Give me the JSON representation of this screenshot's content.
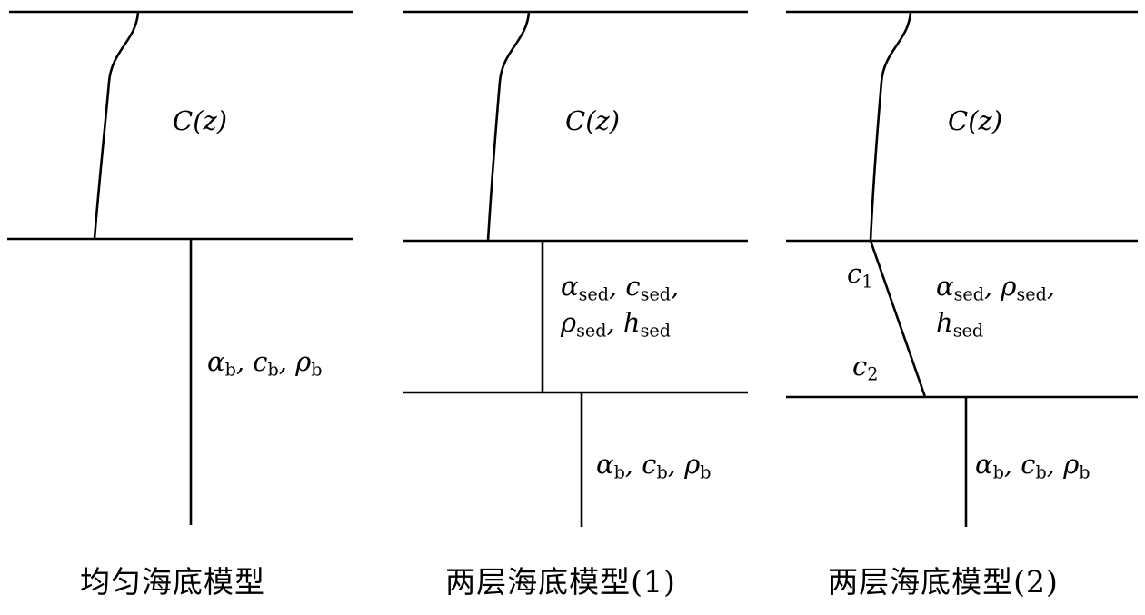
{
  "figure": {
    "panels": [
      {
        "caption": "均匀海底模型",
        "profile_label": "C(z)",
        "bottom_label": [
          {
            "t": "α",
            "sub": "b"
          },
          {
            "t": ", "
          },
          {
            "t": "c",
            "sub": "b"
          },
          {
            "t": ", "
          },
          {
            "t": "ρ",
            "sub": "b"
          }
        ]
      },
      {
        "caption": "两层海底模型(1)",
        "profile_label": "C(z)",
        "sediment_label_line1": [
          {
            "t": "α",
            "sub": "sed"
          },
          {
            "t": ", "
          },
          {
            "t": "c",
            "sub": "sed"
          },
          {
            "t": ","
          }
        ],
        "sediment_label_line2": [
          {
            "t": "ρ",
            "sub": "sed"
          },
          {
            "t": ", "
          },
          {
            "t": "h",
            "sub": "sed"
          }
        ],
        "bottom_label": [
          {
            "t": "α",
            "sub": "b"
          },
          {
            "t": ", "
          },
          {
            "t": "c",
            "sub": "b"
          },
          {
            "t": ", "
          },
          {
            "t": "ρ",
            "sub": "b"
          }
        ]
      },
      {
        "caption": "两层海底模型(2)",
        "profile_label": "C(z)",
        "c1_label": [
          {
            "t": "c",
            "sub": "1"
          }
        ],
        "c2_label": [
          {
            "t": "c",
            "sub": "2"
          }
        ],
        "sediment_label_line1": [
          {
            "t": "α",
            "sub": "sed"
          },
          {
            "t": ", "
          },
          {
            "t": "ρ",
            "sub": "sed"
          },
          {
            "t": ","
          }
        ],
        "sediment_label_line2": [
          {
            "t": "h",
            "sub": "sed"
          }
        ],
        "bottom_label": [
          {
            "t": "α",
            "sub": "b"
          },
          {
            "t": ", "
          },
          {
            "t": "c",
            "sub": "b"
          },
          {
            "t": ", "
          },
          {
            "t": "ρ",
            "sub": "b"
          }
        ]
      }
    ]
  }
}
